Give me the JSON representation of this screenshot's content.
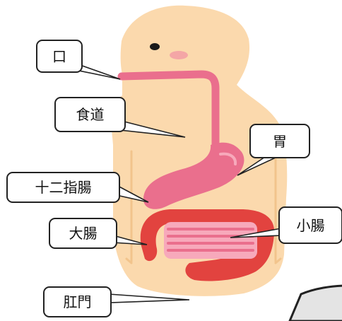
{
  "labels": {
    "mouth": "口",
    "esophagus": "食道",
    "stomach": "胃",
    "duodenum": "十二指腸",
    "large_intestine": "大腸",
    "small_intestine": "小腸",
    "anus": "肛門"
  },
  "colors": {
    "skin": "#fbd9ad",
    "skin_shadow": "#f2c48c",
    "tract": "#ea6f8d",
    "tract_light": "#f7a9bb",
    "colon": "#e2433f",
    "colon_dark": "#c7312e",
    "eye": "#1a1a1a",
    "cheek": "#f4a6a6",
    "outline": "#222222"
  }
}
